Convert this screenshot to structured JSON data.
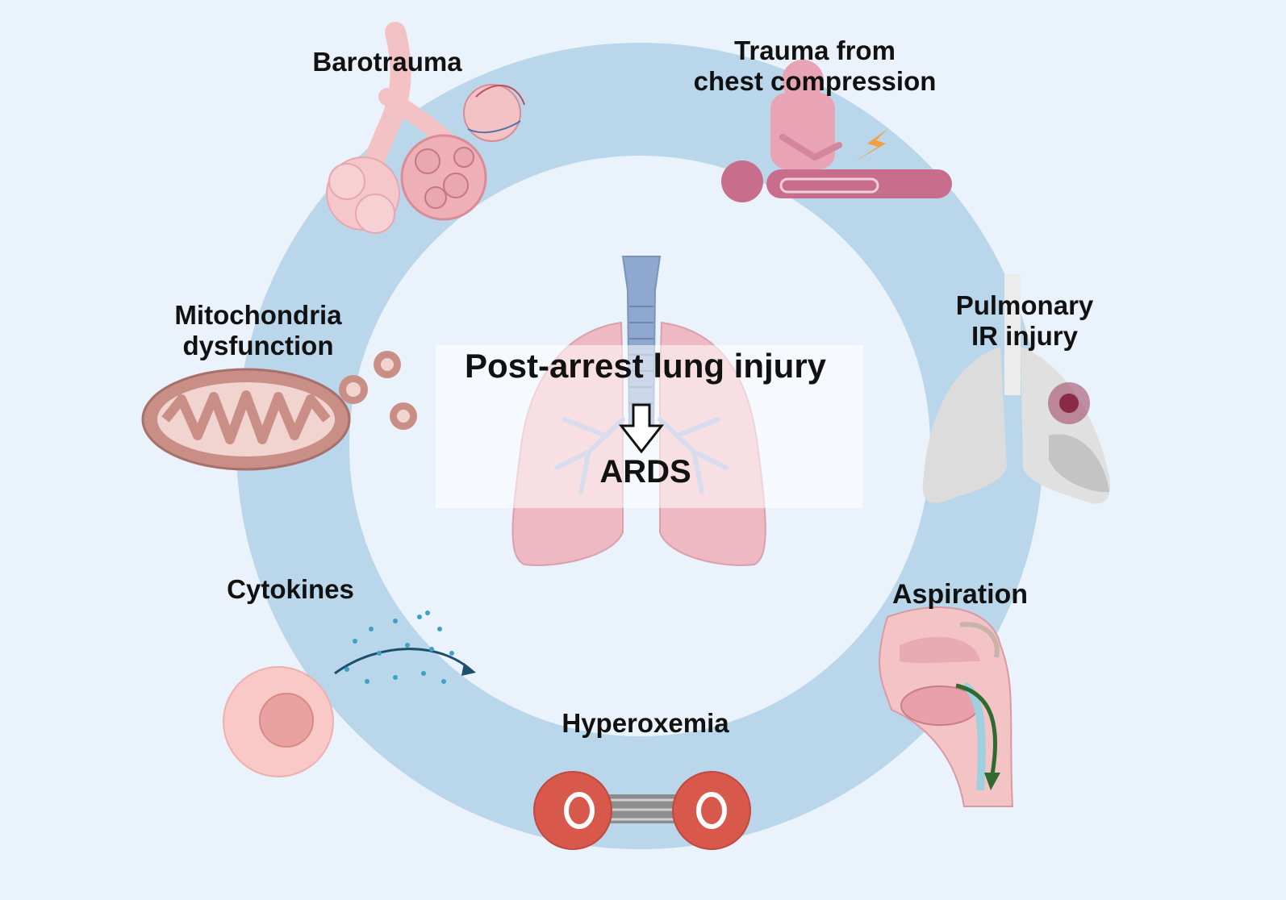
{
  "diagram": {
    "center": {
      "title": "Post-arrest lung injury",
      "result": "ARDS"
    },
    "factors": [
      {
        "id": "barotrauma",
        "lines": [
          "Barotrauma"
        ],
        "icon": "alveoli-icon"
      },
      {
        "id": "trauma",
        "lines": [
          "Trauma from",
          "chest compression"
        ],
        "icon": "cpr-icon"
      },
      {
        "id": "pulmonary",
        "lines": [
          "Pulmonary",
          "IR injury"
        ],
        "icon": "lung-injury-icon"
      },
      {
        "id": "aspiration",
        "lines": [
          "Aspiration"
        ],
        "icon": "head-section-icon"
      },
      {
        "id": "hyperoxemia",
        "lines": [
          "Hyperoxemia"
        ],
        "icon": "oxygen-molecule-icon"
      },
      {
        "id": "cytokines",
        "lines": [
          "Cytokines"
        ],
        "icon": "cell-icon"
      },
      {
        "id": "mitochondria",
        "lines": [
          "Mitochondria",
          "dysfunction"
        ],
        "icon": "mitochondria-icon"
      }
    ],
    "colors": {
      "background": "#eaf2fb",
      "ring": "#b9d6ea",
      "lung": "#efb9c4",
      "trachea": "#8ea8cf",
      "tissue": "#e9a8ae",
      "cpr": "#c96d8c",
      "mito": "#c98f86",
      "oxygen": "#d8594c",
      "arrow_green": "#2f6b2f",
      "spark": "#f0a040"
    }
  }
}
